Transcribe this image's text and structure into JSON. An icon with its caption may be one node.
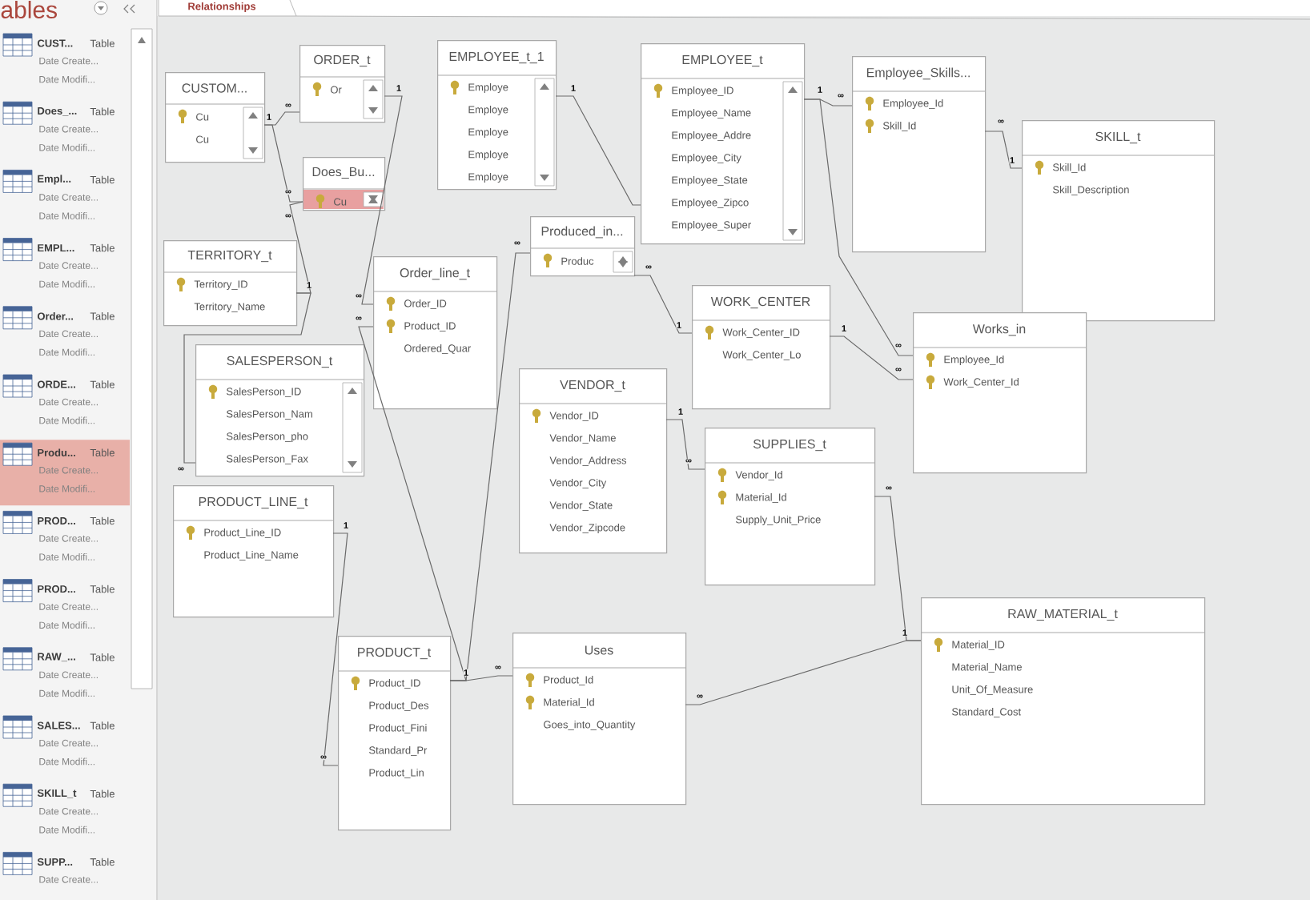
{
  "diagram": {
    "nodes": [
      {
        "text": [
          "CUSTOM...",
          "Cu",
          "Cu"
        ]
      },
      {
        "text": [
          "ORDER_t",
          "Or"
        ]
      },
      {
        "text": [
          "EMPLOYEE_t_1",
          "Employe",
          "Employe",
          "Employe",
          "Employe",
          "Employe"
        ]
      },
      {
        "text": [
          "EMPLOYEE_t",
          "Employee_ID",
          "Employee_Name",
          "Employee_Addre",
          "Employee_City",
          "Employee_State",
          "Employee_Zipco",
          "Employee_Super"
        ]
      },
      {
        "text": [
          "Employee_Skills...",
          "Employee_Id",
          "Skill_Id"
        ]
      },
      {
        "text": [
          "SKILL_t",
          "Skill_Id",
          "Skill_Description"
        ]
      },
      {
        "text": [
          "Does_Bu...",
          "Cu"
        ]
      },
      {
        "text": [
          "Produced_in...",
          "Produc"
        ]
      },
      {
        "text": [
          "TERRITORY_t",
          "Territory_ID",
          "Territory_Name"
        ]
      },
      {
        "text": [
          "Order_line_t",
          "Order_ID",
          "Product_ID",
          "Ordered_Quar"
        ]
      },
      {
        "text": [
          "WORK_CENTER",
          "Work_Center_ID",
          "Work_Center_Lo"
        ]
      },
      {
        "text": [
          "Works_in",
          "Employee_Id",
          "Work_Center_Id"
        ]
      },
      {
        "text": [
          "SALESPERSON_t",
          "SalesPerson_ID",
          "SalesPerson_Nam",
          "SalesPerson_pho",
          "SalesPerson_Fax"
        ]
      },
      {
        "text": [
          "VENDOR_t",
          "Vendor_ID",
          "Vendor_Name",
          "Vendor_Address",
          "Vendor_City",
          "Vendor_State",
          "Vendor_Zipcode"
        ]
      },
      {
        "text": [
          "SUPPLIES_t",
          "Vendor_Id",
          "Material_Id",
          "Supply_Unit_Price"
        ]
      },
      {
        "text": [
          "PRODUCT_LINE_t",
          "Product_Line_ID",
          "Product_Line_Name"
        ]
      },
      {
        "text": [
          "PRODUCT_t",
          "Product_ID",
          "Product_Des",
          "Product_Fini",
          "Standard_Pr",
          "Product_Lin"
        ]
      },
      {
        "text": [
          "Uses",
          "Product_Id",
          "Material_Id",
          "Goes_into_Quantity"
        ]
      },
      {
        "text": [
          "RAW_MATERIAL_t",
          "Material_ID",
          "Material_Name",
          "Unit_Of_Measure",
          "Standard_Cost"
        ]
      }
    ],
    "edges": [
      {
        "from": 0,
        "to": 1,
        "arrow": "none"
      },
      {
        "from": 0,
        "to": 6,
        "arrow": "none"
      },
      {
        "from": 8,
        "to": 6,
        "arrow": "none"
      },
      {
        "from": 8,
        "to": 12,
        "arrow": "none"
      },
      {
        "from": 1,
        "to": 9,
        "arrow": "none"
      },
      {
        "from": 16,
        "to": 9,
        "arrow": "none"
      },
      {
        "from": 2,
        "to": 3,
        "arrow": "none"
      },
      {
        "from": 16,
        "to": 7,
        "arrow": "none"
      },
      {
        "from": 10,
        "to": 7,
        "arrow": "none"
      },
      {
        "from": 3,
        "to": 4,
        "arrow": "none"
      },
      {
        "from": 3,
        "to": 11,
        "arrow": "none"
      },
      {
        "from": 5,
        "to": 4,
        "arrow": "none"
      },
      {
        "from": 10,
        "to": 11,
        "arrow": "none"
      },
      {
        "from": 13,
        "to": 14,
        "arrow": "none"
      },
      {
        "from": 18,
        "to": 14,
        "arrow": "none"
      },
      {
        "from": 18,
        "to": 17,
        "arrow": "none"
      },
      {
        "from": 16,
        "to": 17,
        "arrow": "none"
      },
      {
        "from": 15,
        "to": 16,
        "arrow": "none"
      }
    ],
    "labels": [
      "Relationships",
      "ables",
      "CUST...",
      "Table",
      "Date Create...",
      "Date Modifi...",
      "Does_...",
      "Table",
      "Date Create...",
      "Date Modifi...",
      "Empl...",
      "Table",
      "Date Create...",
      "Date Modifi...",
      "EMPL...",
      "Table",
      "Date Create...",
      "Date Modifi...",
      "Order...",
      "Table",
      "Date Create...",
      "Date Modifi...",
      "ORDE...",
      "Table",
      "Date Create...",
      "Date Modifi...",
      "Produ...",
      "Table",
      "Date Create...",
      "Date Modifi...",
      "PROD...",
      "Table",
      "Date Create...",
      "Date Modifi...",
      "PROD...",
      "Table",
      "Date Create...",
      "Date Modifi...",
      "RAW_...",
      "Table",
      "Date Create...",
      "Date Modifi...",
      "SALES...",
      "Table",
      "Date Create...",
      "Date Modifi...",
      "SKILL_t",
      "Table",
      "Date Create...",
      "Date Modifi...",
      "SUPP...",
      "Table",
      "Date Create...",
      "1",
      "∞",
      "∞",
      "1",
      "∞",
      "∞",
      "1",
      "∞",
      "1",
      "∞",
      "∞",
      "∞",
      "1",
      "∞",
      "1",
      "1",
      "∞",
      "∞",
      "∞",
      "1",
      "1",
      "∞",
      "1",
      "∞",
      "∞",
      "1",
      "∞",
      "1",
      "∞"
    ]
  }
}
